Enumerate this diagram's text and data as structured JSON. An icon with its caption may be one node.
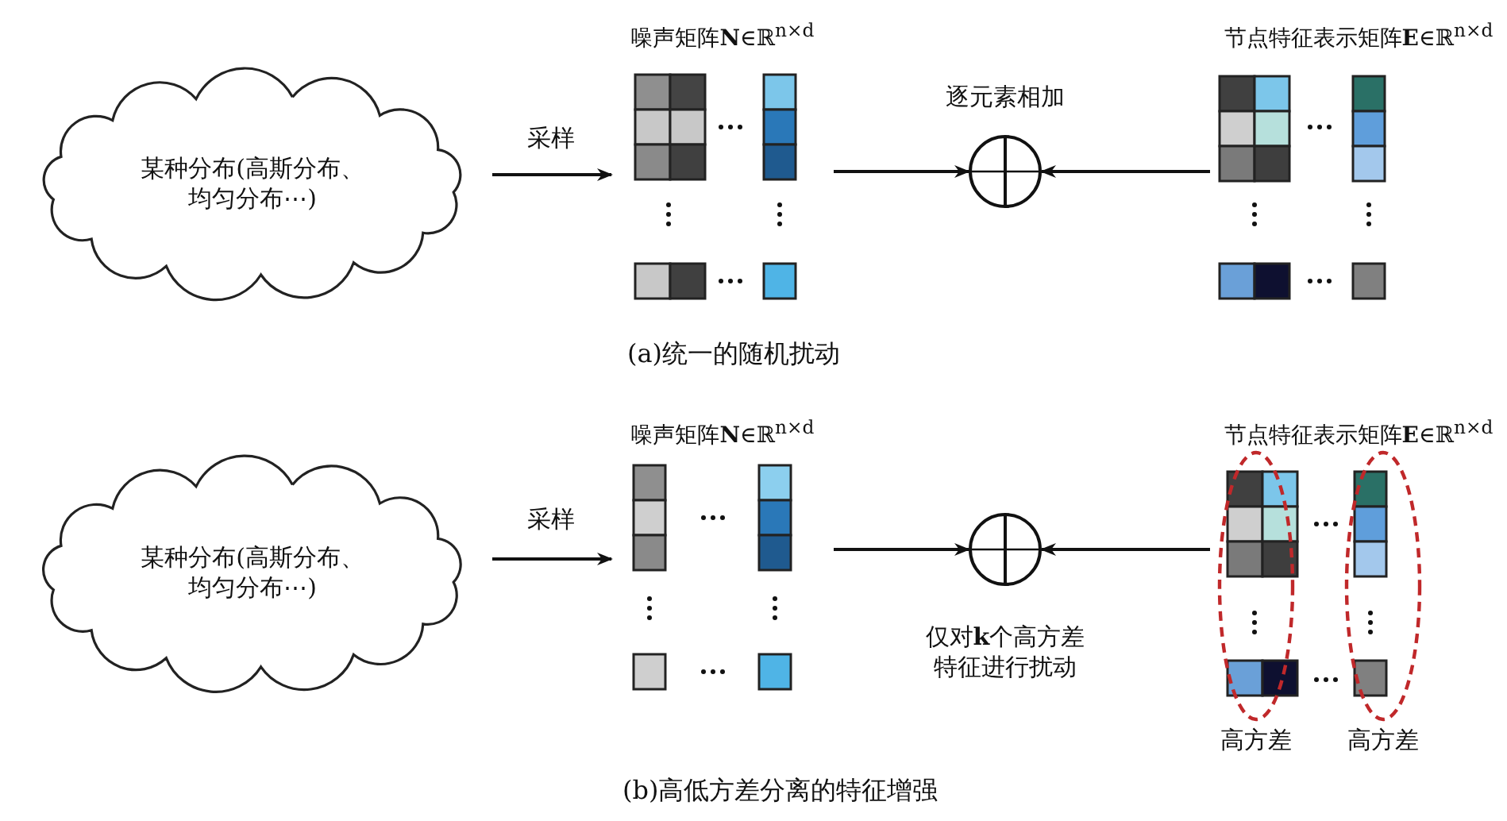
{
  "diagram": {
    "nodes": [
      {
        "text": [
          "某种分布(高斯分布、均匀分布⋯)"
        ]
      },
      {
        "text": [
          "噪声矩阵**N**∈ℝ$^{n×d}$"
        ]
      },
      {
        "text": [],
        "shape": "circle",
        "beside": [
          "逐元素相加"
        ]
      },
      {
        "text": [
          "节点特征表示矩阵**E**∈ℝ$^{n×d}$"
        ]
      },
      {
        "text": [
          "某种分布(高斯分布、均匀分布⋯)"
        ]
      },
      {
        "text": [
          "噪声矩阵**N**∈ℝ$^{n×d}$"
        ]
      },
      {
        "text": [],
        "shape": "circle",
        "beside": [
          "仅对**k**个高方差特征进行扰动"
        ]
      },
      {
        "text": [
          "节点特征表示矩阵**E**∈ℝ$^{n×d}$"
        ]
      },
      {
        "text": [
          "高方差"
        ],
        "in": 7
      },
      {
        "text": [
          "高方差"
        ],
        "in": 7
      }
    ],
    "edges": [
      {
        "from": 0,
        "to": 1,
        "arrow": "to",
        "label": "采样"
      },
      {
        "from": 1,
        "to": 2,
        "arrow": "to"
      },
      {
        "from": 3,
        "to": 2,
        "arrow": "to"
      },
      {
        "from": 4,
        "to": 5,
        "arrow": "to",
        "label": "采样"
      },
      {
        "from": 5,
        "to": 6,
        "arrow": "to"
      },
      {
        "from": 7,
        "to": 6,
        "arrow": "to"
      }
    ],
    "labels": [
      "(a)统一的随机扰动",
      "(b)高低方差分离的特征增强"
    ]
  }
}
